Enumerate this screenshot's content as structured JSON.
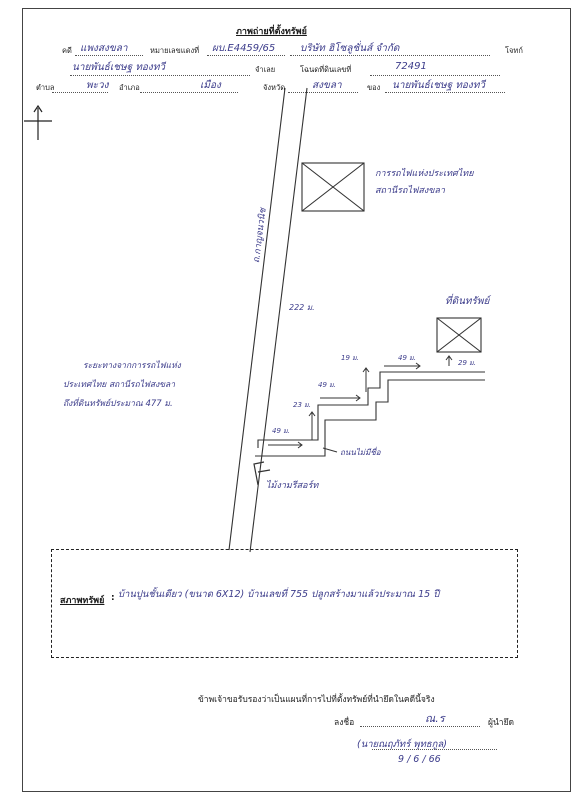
{
  "header": {
    "title": "ภาพถ่ายที่ตั้งทรัพย์",
    "case_label": "คดี",
    "case_value": "แพงสงขลา",
    "case_no_label": "หมายเลขแดงที่",
    "case_no_value": "ผบ.E4459/65",
    "plaintiff_value": "บริษัท ฮิโซลูชั่นส์ จำกัด",
    "plaintiff_label": "โจทก์",
    "defendant_value": "นายพันธ์เชษฐ ทองทวี",
    "defendant_label": "จำเลย",
    "deed_label": "โฉนดที่ดินเลขที่",
    "deed_value": "72491",
    "subdistrict_label": "ตำบล",
    "subdistrict_value": "พะวง",
    "district_label": "อำเภอ",
    "district_value": "เมือง",
    "province_label": "จังหวัด",
    "province_value": "สงขลา",
    "owner_label": "ของ",
    "owner_value": "นายพันธ์เชษฐ ทองทวี"
  },
  "map": {
    "compass": "+",
    "landmark_label": "การรถไฟแห่งประเทศไทย สถานีรถไฟสงขลา",
    "road_name": "ถ.กาญจนวนิช",
    "road_distance": "222 ม.",
    "property_label": "ที่ดินทรัพย์",
    "distance_note_line1": "ระยะทางจากการรถไฟแห่ง",
    "distance_note_line2": "ประเทศไทย สถานีรถไฟสงขลา",
    "distance_note_line3": "ถึงที่ดินทรัพย์ประมาณ 477 ม.",
    "seg1": "49 ม.",
    "seg2": "23 ม.",
    "seg3": "49 ม.",
    "seg4": "19 ม.",
    "seg5": "49 ม.",
    "seg6": "29 ม.",
    "alley_label": "ถนนไม่มีชื่อ",
    "sign_label": "ไม้งามรีสอร์ท"
  },
  "condition": {
    "label": "สภาพทรัพย์",
    "value": "บ้านปูนชั้นเดียว (ขนาด 6X12) บ้านเลขที่ 755 ปลูกสร้างมาแล้วประมาณ 15 ปี"
  },
  "certification": {
    "statement": "ข้าพเจ้าขอรับรองว่าเป็นแผนที่การไปที่ตั้งทรัพย์ที่นำยึดในคดีนี้จริง",
    "sign_label": "ลงชื่อ",
    "signature": "ณ.ร",
    "role_label": "ผู้นำยึด",
    "signer_name": "(นายณฤภัทร์ พุทธกูล)",
    "date": "9 / 6 / 66"
  }
}
